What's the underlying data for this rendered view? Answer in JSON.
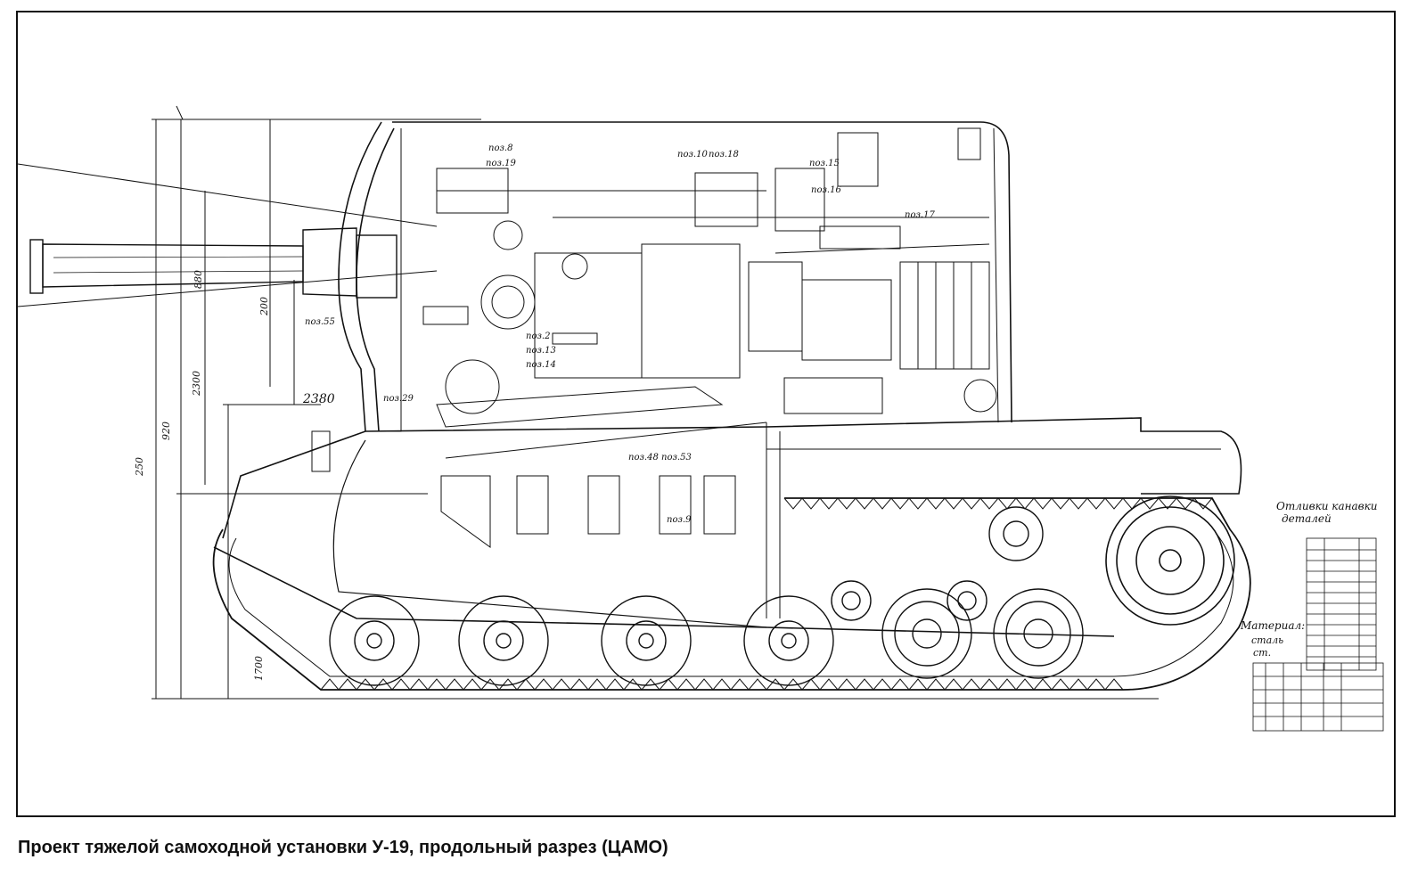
{
  "caption": "Проект тяжелой самоходной установки У-19, продольный разрез (ЦАМО)",
  "drawing": {
    "dimension_labels": [
      "250",
      "920",
      "2300",
      "200",
      "880",
      "2380",
      "1700"
    ],
    "part_labels": [
      "поз.8",
      "поз.19",
      "поз.10",
      "поз.18",
      "поз.15",
      "поз.16",
      "поз.17",
      "поз.55",
      "поз.2",
      "поз.13",
      "поз.14",
      "поз.29",
      "поз.48",
      "поз.53",
      "поз.9"
    ],
    "title_block": {
      "heading_line1": "Отливки канавки",
      "heading_line2": "деталей",
      "material_label": "Материал:",
      "material_value_line1": "сталь",
      "material_value_line2": "ст."
    }
  }
}
